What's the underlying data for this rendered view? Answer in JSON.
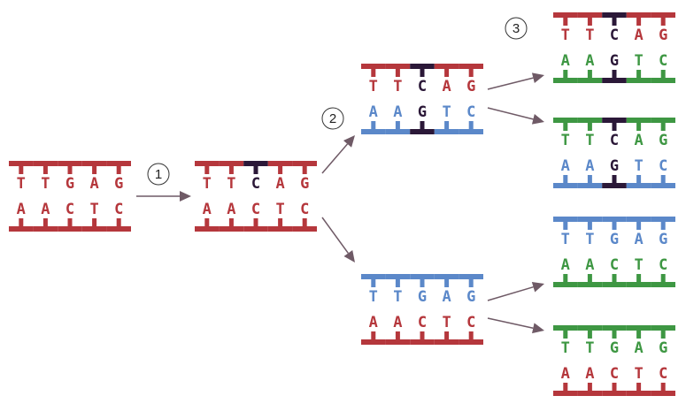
{
  "colors": {
    "red": "#b5373c",
    "blue": "#5b88c9",
    "green": "#3e9743",
    "dark": "#2b1838",
    "arrow": "#6f5a66"
  },
  "steps": [
    {
      "label": "1"
    },
    {
      "label": "2"
    },
    {
      "label": "3"
    }
  ],
  "duplexes": [
    {
      "top": {
        "bases": [
          "T",
          "T",
          "G",
          "A",
          "G"
        ],
        "colors": [
          "red",
          "red",
          "red",
          "red",
          "red"
        ],
        "backbone": "red"
      },
      "bottom": {
        "bases": [
          "A",
          "A",
          "C",
          "T",
          "C"
        ],
        "colors": [
          "red",
          "red",
          "red",
          "red",
          "red"
        ],
        "backbone": "red"
      }
    },
    {
      "top": {
        "bases": [
          "T",
          "T",
          "C",
          "A",
          "G"
        ],
        "colors": [
          "red",
          "red",
          "dark",
          "red",
          "red"
        ],
        "backbone": "red"
      },
      "bottom": {
        "bases": [
          "A",
          "A",
          "C",
          "T",
          "C"
        ],
        "colors": [
          "red",
          "red",
          "red",
          "red",
          "red"
        ],
        "backbone": "red"
      }
    },
    {
      "top": {
        "bases": [
          "T",
          "T",
          "C",
          "A",
          "G"
        ],
        "colors": [
          "red",
          "red",
          "dark",
          "red",
          "red"
        ],
        "backbone": "red"
      },
      "bottom": {
        "bases": [
          "A",
          "A",
          "G",
          "T",
          "C"
        ],
        "colors": [
          "blue",
          "blue",
          "dark",
          "blue",
          "blue"
        ],
        "backbone": "blue"
      }
    },
    {
      "top": {
        "bases": [
          "T",
          "T",
          "G",
          "A",
          "G"
        ],
        "colors": [
          "blue",
          "blue",
          "blue",
          "blue",
          "blue"
        ],
        "backbone": "blue"
      },
      "bottom": {
        "bases": [
          "A",
          "A",
          "C",
          "T",
          "C"
        ],
        "colors": [
          "red",
          "red",
          "red",
          "red",
          "red"
        ],
        "backbone": "red"
      }
    },
    {
      "top": {
        "bases": [
          "T",
          "T",
          "C",
          "A",
          "G"
        ],
        "colors": [
          "red",
          "red",
          "dark",
          "red",
          "red"
        ],
        "backbone": "red"
      },
      "bottom": {
        "bases": [
          "A",
          "A",
          "G",
          "T",
          "C"
        ],
        "colors": [
          "green",
          "green",
          "dark",
          "green",
          "green"
        ],
        "backbone": "green"
      }
    },
    {
      "top": {
        "bases": [
          "T",
          "T",
          "C",
          "A",
          "G"
        ],
        "colors": [
          "green",
          "green",
          "dark",
          "green",
          "green"
        ],
        "backbone": "green"
      },
      "bottom": {
        "bases": [
          "A",
          "A",
          "G",
          "T",
          "C"
        ],
        "colors": [
          "blue",
          "blue",
          "dark",
          "blue",
          "blue"
        ],
        "backbone": "blue"
      }
    },
    {
      "top": {
        "bases": [
          "T",
          "T",
          "G",
          "A",
          "G"
        ],
        "colors": [
          "blue",
          "blue",
          "blue",
          "blue",
          "blue"
        ],
        "backbone": "blue"
      },
      "bottom": {
        "bases": [
          "A",
          "A",
          "C",
          "T",
          "C"
        ],
        "colors": [
          "green",
          "green",
          "green",
          "green",
          "green"
        ],
        "backbone": "green"
      }
    },
    {
      "top": {
        "bases": [
          "T",
          "T",
          "G",
          "A",
          "G"
        ],
        "colors": [
          "green",
          "green",
          "green",
          "green",
          "green"
        ],
        "backbone": "green"
      },
      "bottom": {
        "bases": [
          "A",
          "A",
          "C",
          "T",
          "C"
        ],
        "colors": [
          "red",
          "red",
          "red",
          "red",
          "red"
        ],
        "backbone": "red"
      }
    }
  ]
}
